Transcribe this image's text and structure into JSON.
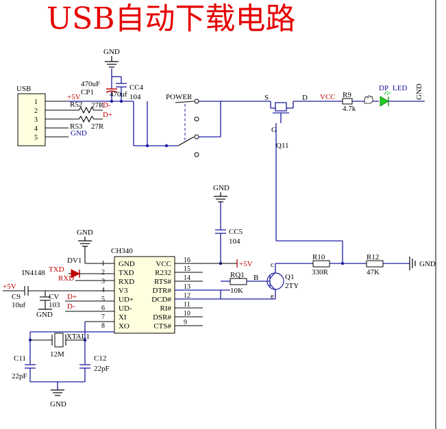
{
  "title": "USB自动下载电路",
  "usb": {
    "label": "USB",
    "pins": [
      "1",
      "2",
      "3",
      "4",
      "5"
    ]
  },
  "nets": {
    "p5v": "+5V",
    "gnd": "GND",
    "dminus": "D-",
    "dplus": "D+",
    "vcc": "VCC",
    "txd": "TXD",
    "rxd": "RXD"
  },
  "parts": {
    "r52": {
      "ref": "R52",
      "value": "27R"
    },
    "r53": {
      "ref": "R53",
      "value": "27R"
    },
    "cp1": {
      "ref": "CP1",
      "value": "470uF"
    },
    "cc4": {
      "ref": "CC4",
      "value": "104",
      "value2": "470uf"
    },
    "power": {
      "ref": "POWER"
    },
    "q11": {
      "ref": "Q11",
      "s": "S",
      "d": "D",
      "g": "G"
    },
    "r9": {
      "ref": "R9",
      "value": "4.7k"
    },
    "dp": {
      "ref": "DP",
      "value": "LED"
    },
    "cc5": {
      "ref": "CC5",
      "value": "104"
    },
    "dv1": {
      "ref": "DV1",
      "value": "IN4148"
    },
    "c9": {
      "ref": "C9",
      "value": "10uf"
    },
    "cv": {
      "ref": "CV",
      "value": "103"
    },
    "ch340": {
      "ref": "CH340",
      "left_pins": [
        {
          "num": "1",
          "name": "GND"
        },
        {
          "num": "2",
          "name": "TXD"
        },
        {
          "num": "3",
          "name": "RXD"
        },
        {
          "num": "4",
          "name": "V3"
        },
        {
          "num": "5",
          "name": "UD+"
        },
        {
          "num": "6",
          "name": "UD-"
        },
        {
          "num": "7",
          "name": "XI"
        },
        {
          "num": "8",
          "name": "XO"
        }
      ],
      "right_pins": [
        {
          "num": "16",
          "name": "VCC"
        },
        {
          "num": "15",
          "name": "R232"
        },
        {
          "num": "14",
          "name": "RTS#"
        },
        {
          "num": "13",
          "name": "DTR#"
        },
        {
          "num": "12",
          "name": "DCD#"
        },
        {
          "num": "11",
          "name": "RI#"
        },
        {
          "num": "10",
          "name": "DSR#"
        },
        {
          "num": "9",
          "name": "CTS#"
        }
      ]
    },
    "rq1": {
      "ref": "RQ1",
      "value": "10K"
    },
    "q1": {
      "ref": "Q1",
      "value": "2TY",
      "b": "B",
      "c": "c",
      "e": "e"
    },
    "r10": {
      "ref": "R10",
      "value": "330R"
    },
    "r12": {
      "ref": "R12",
      "value": "47K"
    },
    "xtal1": {
      "ref": "XTAL1",
      "value": "12M"
    },
    "c11": {
      "ref": "C11",
      "value": "22pF"
    },
    "c12": {
      "ref": "C12",
      "value": "22pF"
    }
  },
  "colors": {
    "wire": "#1a1aa0",
    "title": "#e60000",
    "net_label": "#c00000",
    "led": "#22cc22"
  }
}
